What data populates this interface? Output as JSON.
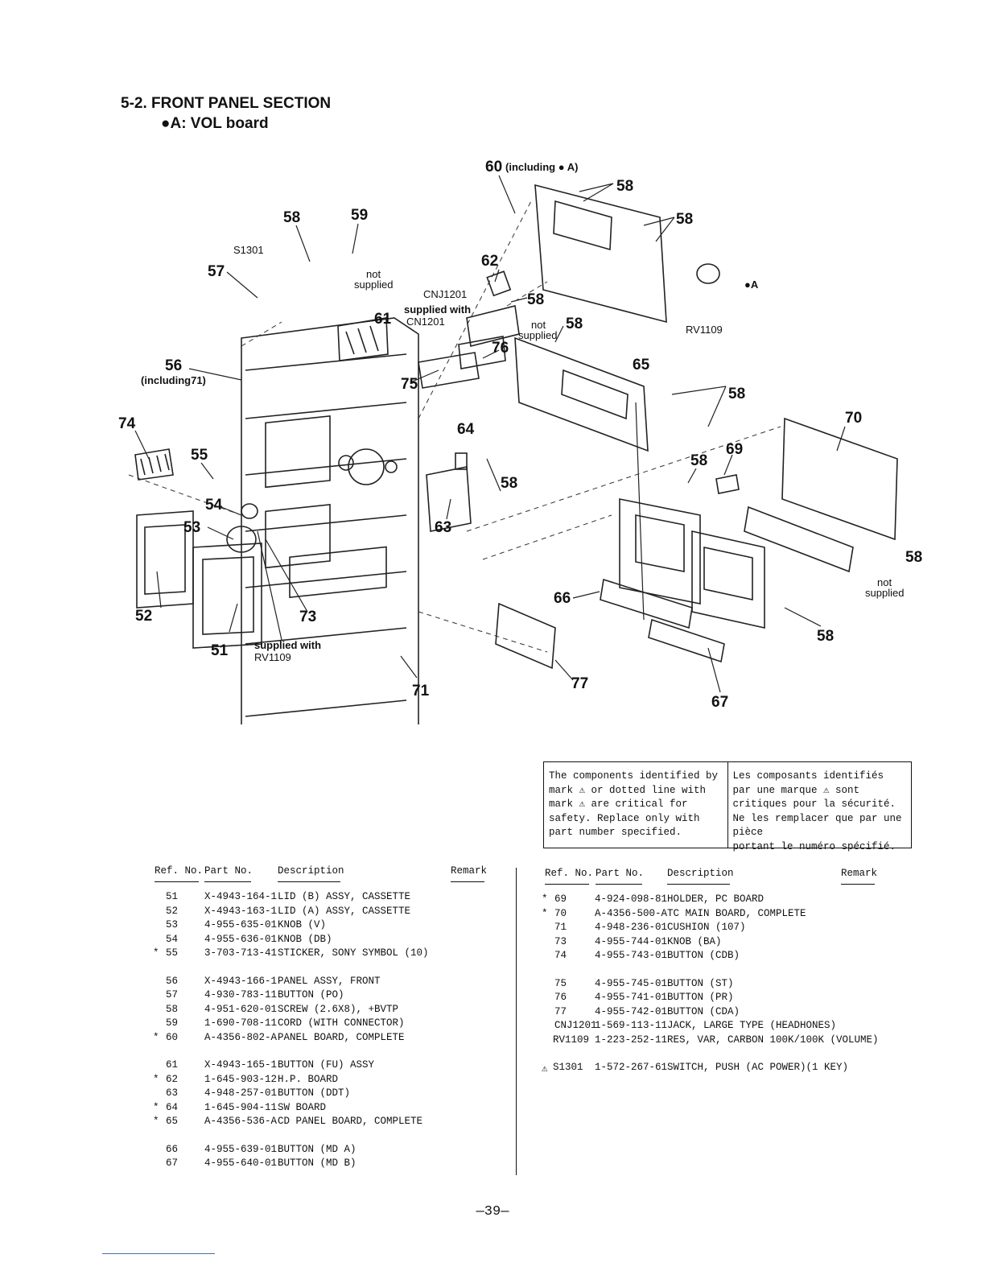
{
  "header": {
    "section_title": "5-2.  FRONT PANEL SECTION",
    "subtitle": "●A: VOL board"
  },
  "diagram": {
    "icons": [
      "part-outline-drawing",
      "exploded-view"
    ],
    "callouts": [
      {
        "id": "c60",
        "text": "60"
      },
      {
        "id": "c60n",
        "text": "(including ● A)"
      },
      {
        "id": "c58a",
        "text": "58"
      },
      {
        "id": "c58b",
        "text": "58"
      },
      {
        "id": "c58c",
        "text": "58"
      },
      {
        "id": "c58d",
        "text": "58"
      },
      {
        "id": "c58e",
        "text": "58"
      },
      {
        "id": "c58f",
        "text": "58"
      },
      {
        "id": "c58g",
        "text": "58"
      },
      {
        "id": "c58h",
        "text": "58"
      },
      {
        "id": "c58i",
        "text": "58"
      },
      {
        "id": "c58j",
        "text": "58"
      },
      {
        "id": "c59",
        "text": "59"
      },
      {
        "id": "c57",
        "text": "57"
      },
      {
        "id": "c62",
        "text": "62"
      },
      {
        "id": "c61",
        "text": "61"
      },
      {
        "id": "c56",
        "text": "56"
      },
      {
        "id": "c56n",
        "text": "(including71)"
      },
      {
        "id": "c74",
        "text": "74"
      },
      {
        "id": "c55",
        "text": "55"
      },
      {
        "id": "c54",
        "text": "54"
      },
      {
        "id": "c53",
        "text": "53"
      },
      {
        "id": "c52",
        "text": "52"
      },
      {
        "id": "c51",
        "text": "51"
      },
      {
        "id": "c73",
        "text": "73"
      },
      {
        "id": "c71",
        "text": "71"
      },
      {
        "id": "c75",
        "text": "75"
      },
      {
        "id": "c76",
        "text": "76"
      },
      {
        "id": "c64",
        "text": "64"
      },
      {
        "id": "c63",
        "text": "63"
      },
      {
        "id": "c65",
        "text": "65"
      },
      {
        "id": "c69",
        "text": "69"
      },
      {
        "id": "c70",
        "text": "70"
      },
      {
        "id": "c66",
        "text": "66"
      },
      {
        "id": "c67",
        "text": "67"
      },
      {
        "id": "c77",
        "text": "77"
      }
    ],
    "notes": [
      {
        "id": "s1301",
        "text": "S1301"
      },
      {
        "id": "ns1",
        "text": "not"
      },
      {
        "id": "ns1b",
        "text": "supplied"
      },
      {
        "id": "cnj",
        "text": "CNJ1201"
      },
      {
        "id": "sw1",
        "text": "supplied with"
      },
      {
        "id": "cn1201",
        "text": "CN1201"
      },
      {
        "id": "ns2",
        "text": "not"
      },
      {
        "id": "ns2b",
        "text": "supplied"
      },
      {
        "id": "rv1109",
        "text": "RV1109"
      },
      {
        "id": "dotA",
        "text": "●A"
      },
      {
        "id": "ns3",
        "text": "not"
      },
      {
        "id": "ns3b",
        "text": "supplied"
      },
      {
        "id": "sw2",
        "text": "supplied with"
      },
      {
        "id": "rv2",
        "text": "RV1109"
      }
    ]
  },
  "safety_box": {
    "english": "The components identified by\nmark ⚠ or dotted line with\nmark ⚠ are critical for\nsafety. Replace only with\npart number specified.",
    "french": "Les composants identifiés\npar une marque ⚠ sont\ncritiques pour la sécurité.\nNe les remplacer que par une pièce\nportant le numéro spécifié."
  },
  "parts_table": {
    "headers": {
      "ref": "Ref. No.",
      "part": "Part No.",
      "desc": "Description",
      "remark": "Remark"
    },
    "left": [
      {
        "mark": "",
        "ref": "51",
        "part": "X-4943-164-1",
        "desc": "LID (B) ASSY, CASSETTE"
      },
      {
        "mark": "",
        "ref": "52",
        "part": "X-4943-163-1",
        "desc": "LID (A) ASSY, CASSETTE"
      },
      {
        "mark": "",
        "ref": "53",
        "part": "4-955-635-01",
        "desc": "KNOB  (V)"
      },
      {
        "mark": "",
        "ref": "54",
        "part": "4-955-636-01",
        "desc": "KNOB  (DB)"
      },
      {
        "mark": "*",
        "ref": "55",
        "part": "3-703-713-41",
        "desc": "STICKER, SONY SYMBOL (10)"
      },
      {
        "gap": true
      },
      {
        "mark": "",
        "ref": "56",
        "part": "X-4943-166-1",
        "desc": "PANEL ASSY, FRONT"
      },
      {
        "mark": "",
        "ref": "57",
        "part": "4-930-783-11",
        "desc": "BUTTON (PO)"
      },
      {
        "mark": "",
        "ref": "58",
        "part": "4-951-620-01",
        "desc": "SCREW (2.6X8), +BVTP"
      },
      {
        "mark": "",
        "ref": "59",
        "part": "1-690-708-11",
        "desc": "CORD (WITH CONNECTOR)"
      },
      {
        "mark": "*",
        "ref": "60",
        "part": "A-4356-802-A",
        "desc": "PANEL BOARD, COMPLETE"
      },
      {
        "gap": true
      },
      {
        "mark": "",
        "ref": "61",
        "part": "X-4943-165-1",
        "desc": "BUTTON (FU) ASSY"
      },
      {
        "mark": "*",
        "ref": "62",
        "part": "1-645-903-12",
        "desc": "H.P. BOARD"
      },
      {
        "mark": "",
        "ref": "63",
        "part": "4-948-257-01",
        "desc": "BUTTON  (DDT)"
      },
      {
        "mark": "*",
        "ref": "64",
        "part": "1-645-904-11",
        "desc": "SW BOARD"
      },
      {
        "mark": "*",
        "ref": "65",
        "part": "A-4356-536-A",
        "desc": "CD PANEL BOARD, COMPLETE"
      },
      {
        "gap": true
      },
      {
        "mark": "",
        "ref": "66",
        "part": "4-955-639-01",
        "desc": "BUTTON  (MD A)"
      },
      {
        "mark": "",
        "ref": "67",
        "part": "4-955-640-01",
        "desc": "BUTTON  (MD B)"
      }
    ],
    "right": [
      {
        "mark": "*",
        "ref": "69",
        "part": "4-924-098-81",
        "desc": "HOLDER, PC BOARD"
      },
      {
        "mark": "*",
        "ref": "70",
        "part": "A-4356-500-A",
        "desc": "TC MAIN BOARD, COMPLETE"
      },
      {
        "mark": "",
        "ref": "71",
        "part": "4-948-236-01",
        "desc": "CUSHION (107)"
      },
      {
        "mark": "",
        "ref": "73",
        "part": "4-955-744-01",
        "desc": "KNOB    (BA)"
      },
      {
        "mark": "",
        "ref": "74",
        "part": "4-955-743-01",
        "desc": "BUTTON  (CDB)"
      },
      {
        "gap": true
      },
      {
        "mark": "",
        "ref": "75",
        "part": "4-955-745-01",
        "desc": "BUTTON  (ST)"
      },
      {
        "mark": "",
        "ref": "76",
        "part": "4-955-741-01",
        "desc": "BUTTON  (PR)"
      },
      {
        "mark": "",
        "ref": "77",
        "part": "4-955-742-01",
        "desc": "BUTTON  (CDA)"
      },
      {
        "mark": "",
        "ref": "CNJ1201",
        "part": "1-569-113-11",
        "desc": "JACK, LARGE TYPE  (HEADHONES)"
      },
      {
        "mark": "",
        "ref": "RV1109",
        "part": "1-223-252-11",
        "desc": "RES, VAR, CARBON 100K/100K  (VOLUME)"
      },
      {
        "gap": true
      },
      {
        "mark": "⚠",
        "ref": "S1301",
        "part": "1-572-267-61",
        "desc": "SWITCH, PUSH (AC POWER)(1 KEY)"
      }
    ]
  },
  "footer": {
    "page_number": "—39—"
  }
}
